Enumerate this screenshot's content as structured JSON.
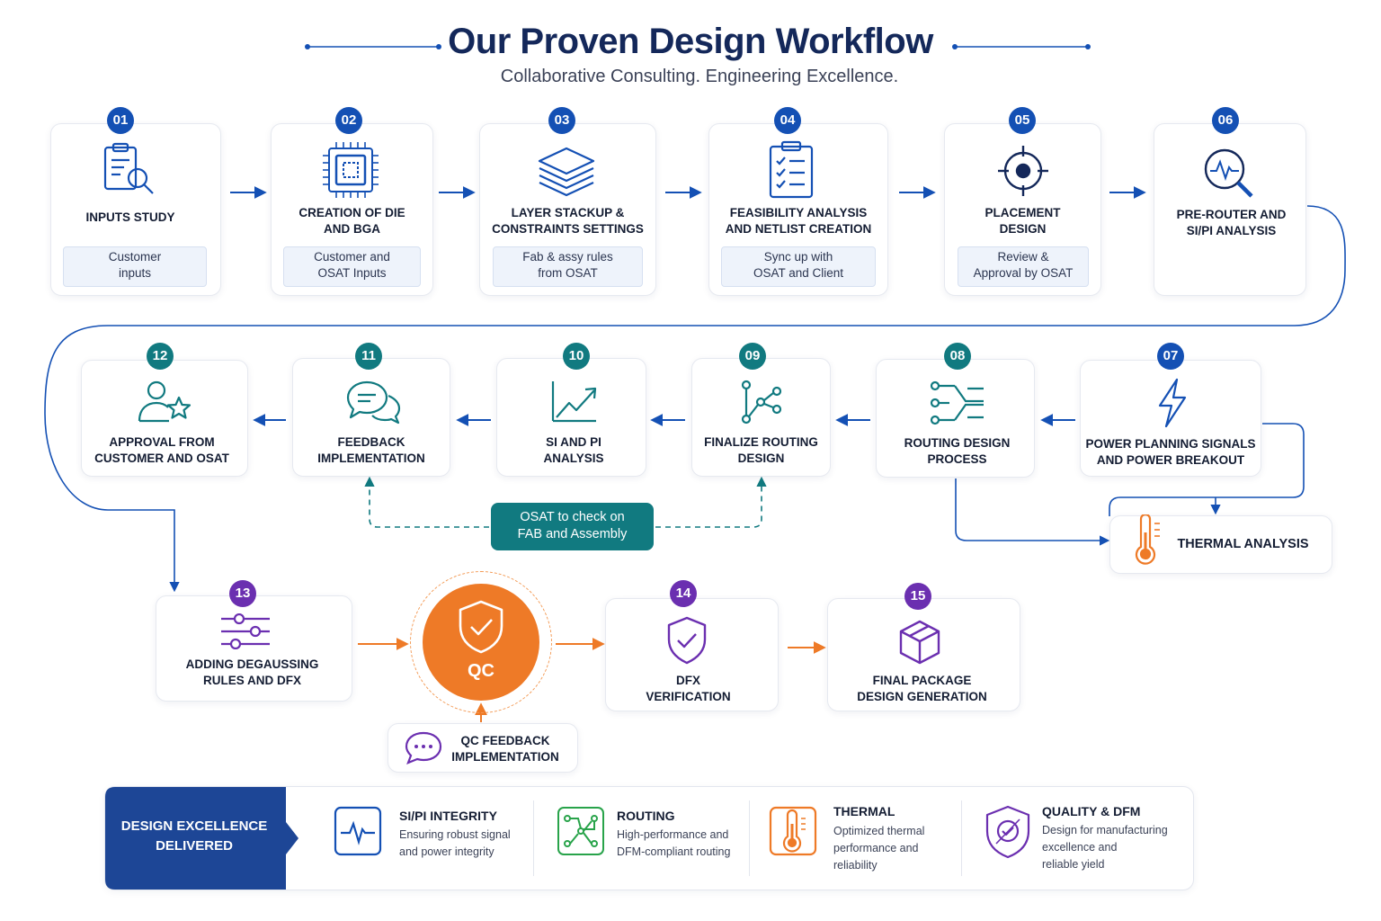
{
  "header": {
    "title": "Our Proven Design Workflow",
    "subtitle": "Collaborative Consulting. Engineering Excellence."
  },
  "steps": {
    "s01": {
      "num": "01",
      "label": "INPUTS STUDY",
      "sub": "Customer\ninputs",
      "icon": "clipboard-search-icon"
    },
    "s02": {
      "num": "02",
      "label": "CREATION OF DIE\nAND BGA",
      "sub": "Customer and\nOSAT Inputs",
      "icon": "chip-icon"
    },
    "s03": {
      "num": "03",
      "label": "LAYER STACKUP &\nCONSTRAINTS SETTINGS",
      "sub": "Fab & assy rules\nfrom OSAT",
      "icon": "layers-icon"
    },
    "s04": {
      "num": "04",
      "label": "FEASIBILITY ANALYSIS\nAND NETLIST CREATION",
      "sub": "Sync up with\nOSAT and Client",
      "icon": "checklist-icon"
    },
    "s05": {
      "num": "05",
      "label": "PLACEMENT\nDESIGN",
      "sub": "Review &\nApproval by OSAT",
      "icon": "crosshair-icon"
    },
    "s06": {
      "num": "06",
      "label": "PRE-ROUTER AND\nSI/PI ANALYSIS",
      "icon": "magnifier-pulse-icon"
    },
    "s07": {
      "num": "07",
      "label": "POWER PLANNING SIGNALS\nAND POWER BREAKOUT",
      "icon": "lightning-icon"
    },
    "s08": {
      "num": "08",
      "label": "ROUTING DESIGN\nPROCESS",
      "icon": "routing-nodes-icon"
    },
    "s09": {
      "num": "09",
      "label": "FINALIZE ROUTING\nDESIGN",
      "icon": "branch-icon"
    },
    "s10": {
      "num": "10",
      "label": "SI AND PI\nANALYSIS",
      "icon": "trend-chart-icon"
    },
    "s11": {
      "num": "11",
      "label": "FEEDBACK\nIMPLEMENTATION",
      "icon": "chat-bubbles-icon"
    },
    "s12": {
      "num": "12",
      "label": "APPROVAL FROM\nCUSTOMER AND OSAT",
      "icon": "user-star-icon"
    },
    "s13": {
      "num": "13",
      "label": "ADDING DEGAUSSING\nRULES AND DFX",
      "icon": "sliders-icon"
    },
    "s14": {
      "num": "14",
      "label": "DFX\nVERIFICATION",
      "icon": "shield-check-icon"
    },
    "s15": {
      "num": "15",
      "label": "FINAL PACKAGE\nDESIGN GENERATION",
      "icon": "package-icon"
    }
  },
  "thermal": {
    "label": "THERMAL ANALYSIS",
    "icon": "thermometer-icon"
  },
  "osat_check": {
    "label": "OSAT to check on\nFAB and Assembly"
  },
  "qc": {
    "label": "QC",
    "icon": "shield-check-icon"
  },
  "qc_feedback": {
    "label": "QC FEEDBACK\nIMPLEMENTATION",
    "icon": "chat-dots-icon"
  },
  "banner": {
    "title": "DESIGN EXCELLENCE\nDELIVERED",
    "features": [
      {
        "title": "SI/PI INTEGRITY",
        "desc": "Ensuring robust signal\nand power integrity",
        "icon": "pulse-icon"
      },
      {
        "title": "ROUTING",
        "desc": "High-performance and\nDFM-compliant routing",
        "icon": "circuit-icon"
      },
      {
        "title": "THERMAL",
        "desc": "Optimized thermal\nperformance and\nreliability",
        "icon": "thermometer-icon"
      },
      {
        "title": "QUALITY & DFM",
        "desc": "Design for manufacturing\nexcellence and\nreliable yield",
        "icon": "shield-check-icon"
      }
    ]
  },
  "colors": {
    "blue": "#1450b4",
    "teal": "#117a80",
    "purple": "#6b2fb0",
    "orange": "#ee7a27",
    "navy": "#14285a"
  }
}
